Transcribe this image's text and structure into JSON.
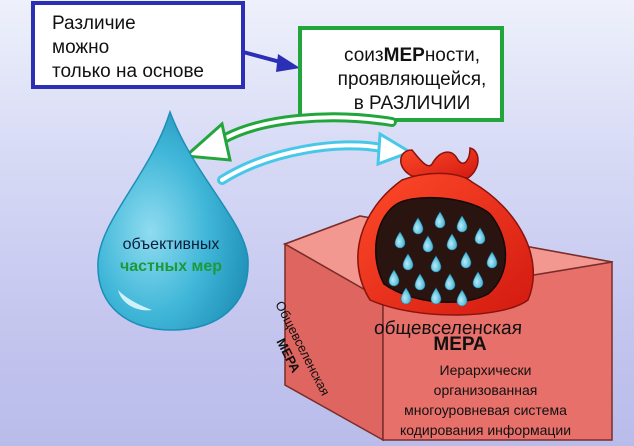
{
  "top_box": {
    "line1": "Различие",
    "line2": "можно",
    "line3": "только на основе"
  },
  "mid_box": {
    "line1_pre": "соиз",
    "line1_bold": "МЕР",
    "line1_post": "ности,",
    "line2": "проявляющейся,",
    "line3": "в РАЗЛИЧИИ"
  },
  "drop": {
    "line1": "объективных",
    "line2": "частных мер"
  },
  "box": {
    "top_line1": "общевселенская",
    "top_line2": "МЕРА",
    "side_line1": "Общевселенская",
    "side_line2": "МЕРА",
    "front_line1": "Иерархически",
    "front_line2": "организованная",
    "front_line3": "многоуровневая система",
    "front_line4": "кодирования информации"
  },
  "colors": {
    "top_box_border": "#2a2fb5",
    "mid_box_border": "#22a63c",
    "drop": "#37b4d6",
    "bag": "#e52618",
    "box": "#e8706a"
  }
}
